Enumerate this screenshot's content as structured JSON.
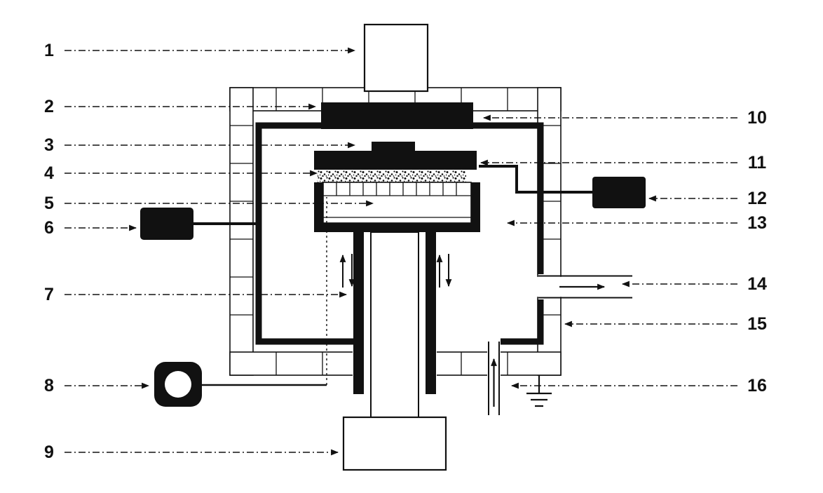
{
  "colors": {
    "ink": "#111111",
    "paper": "#ffffff"
  },
  "labels": {
    "left": [
      "1",
      "2",
      "3",
      "4",
      "5",
      "6",
      "7",
      "8",
      "9"
    ],
    "right": [
      "10",
      "11",
      "12",
      "13",
      "14",
      "15",
      "16"
    ]
  }
}
